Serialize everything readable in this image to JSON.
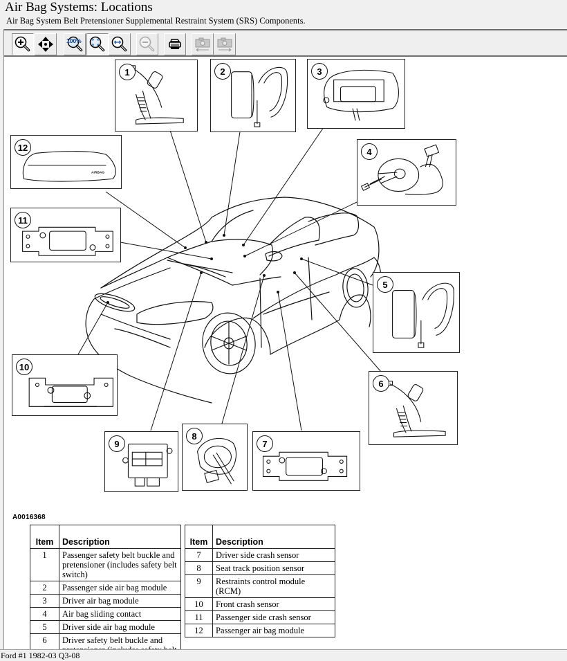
{
  "header": {
    "title": "Air Bag Systems:  Locations",
    "subtitle": "Air Bag System Belt Pretensioner Supplemental Restraint System (SRS) Components."
  },
  "toolbar": {
    "buttons": [
      {
        "name": "zoom-in-tool",
        "icon": "magnifier-plus-icon",
        "pressed": true,
        "enabled": true
      },
      {
        "name": "pan-tool",
        "icon": "four-way-arrows-icon",
        "pressed": false,
        "enabled": true
      },
      {
        "name": "actual-size",
        "icon": "magnifier-100-icon",
        "label": "100%",
        "pressed": false,
        "enabled": true
      },
      {
        "name": "fit-to-window",
        "icon": "magnifier-fit-icon",
        "pressed": true,
        "enabled": true
      },
      {
        "name": "fit-width",
        "icon": "magnifier-width-icon",
        "pressed": false,
        "enabled": true
      },
      {
        "name": "zoom-out",
        "icon": "magnifier-minus-icon",
        "pressed": false,
        "enabled": false
      },
      {
        "name": "print",
        "icon": "printer-icon",
        "pressed": false,
        "enabled": true
      },
      {
        "name": "previous-image",
        "icon": "camera-back-icon",
        "pressed": false,
        "enabled": false
      },
      {
        "name": "next-image",
        "icon": "camera-forward-icon",
        "pressed": false,
        "enabled": false
      }
    ]
  },
  "diagram": {
    "figure_id": "A0016368",
    "callouts": [
      "1",
      "2",
      "3",
      "4",
      "5",
      "6",
      "7",
      "8",
      "9",
      "10",
      "11",
      "12"
    ],
    "panel12_stamp": "AIRBAG"
  },
  "legend": {
    "header_item": "Item",
    "header_description": "Description",
    "left": [
      {
        "item": "1",
        "description": "Passenger safety belt buckle and pretensioner (includes safety belt switch)"
      },
      {
        "item": "2",
        "description": "Passenger side air bag module"
      },
      {
        "item": "3",
        "description": "Driver air bag module"
      },
      {
        "item": "4",
        "description": "Air bag sliding contact"
      },
      {
        "item": "5",
        "description": "Driver side air bag module"
      },
      {
        "item": "6",
        "description": "Driver safety belt buckle and pretensioner (includes safety belt switch)"
      }
    ],
    "right": [
      {
        "item": "7",
        "description": "Driver side crash sensor"
      },
      {
        "item": "8",
        "description": "Seat track position sensor"
      },
      {
        "item": "9",
        "description": "Restraints control module (RCM)"
      },
      {
        "item": "10",
        "description": "Front crash sensor"
      },
      {
        "item": "11",
        "description": "Passenger side crash sensor"
      },
      {
        "item": "12",
        "description": "Passenger air bag module"
      }
    ]
  },
  "status": {
    "text": "Ford #1 1982-03 Q3-08"
  }
}
